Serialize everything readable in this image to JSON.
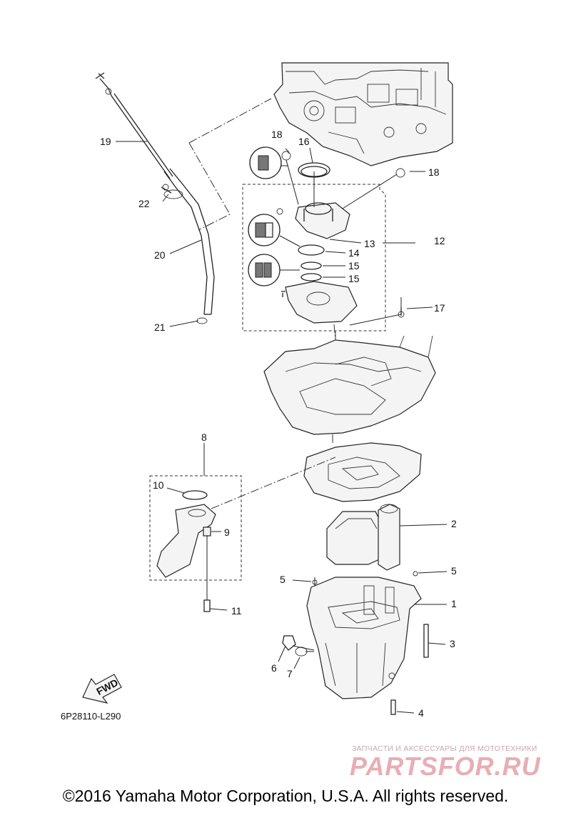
{
  "callouts": {
    "c1": "1",
    "c2": "2",
    "c3": "3",
    "c4": "4",
    "c5a": "5",
    "c5b": "5",
    "c6": "6",
    "c7": "7",
    "c8": "8",
    "c9": "9",
    "c10": "10",
    "c11": "11",
    "c12": "12",
    "c13": "13",
    "c14": "14",
    "c15a": "15",
    "c15b": "15",
    "c16": "16",
    "c17": "17",
    "c18a": "18",
    "c18b": "18",
    "c19": "19",
    "c20": "20",
    "c21": "21",
    "c22": "22"
  },
  "fwd_label": "FWD",
  "diagram_code": "6P28110-L290",
  "watermark": {
    "subtitle": "ЗАПЧАСТИ И АКСЕССУАРЫ ДЛЯ МОТОТЕХНИКИ",
    "brand": "PARTSFOR.RU"
  },
  "copyright": "©2016 Yamaha Motor Corporation, U.S.A. All rights reserved."
}
